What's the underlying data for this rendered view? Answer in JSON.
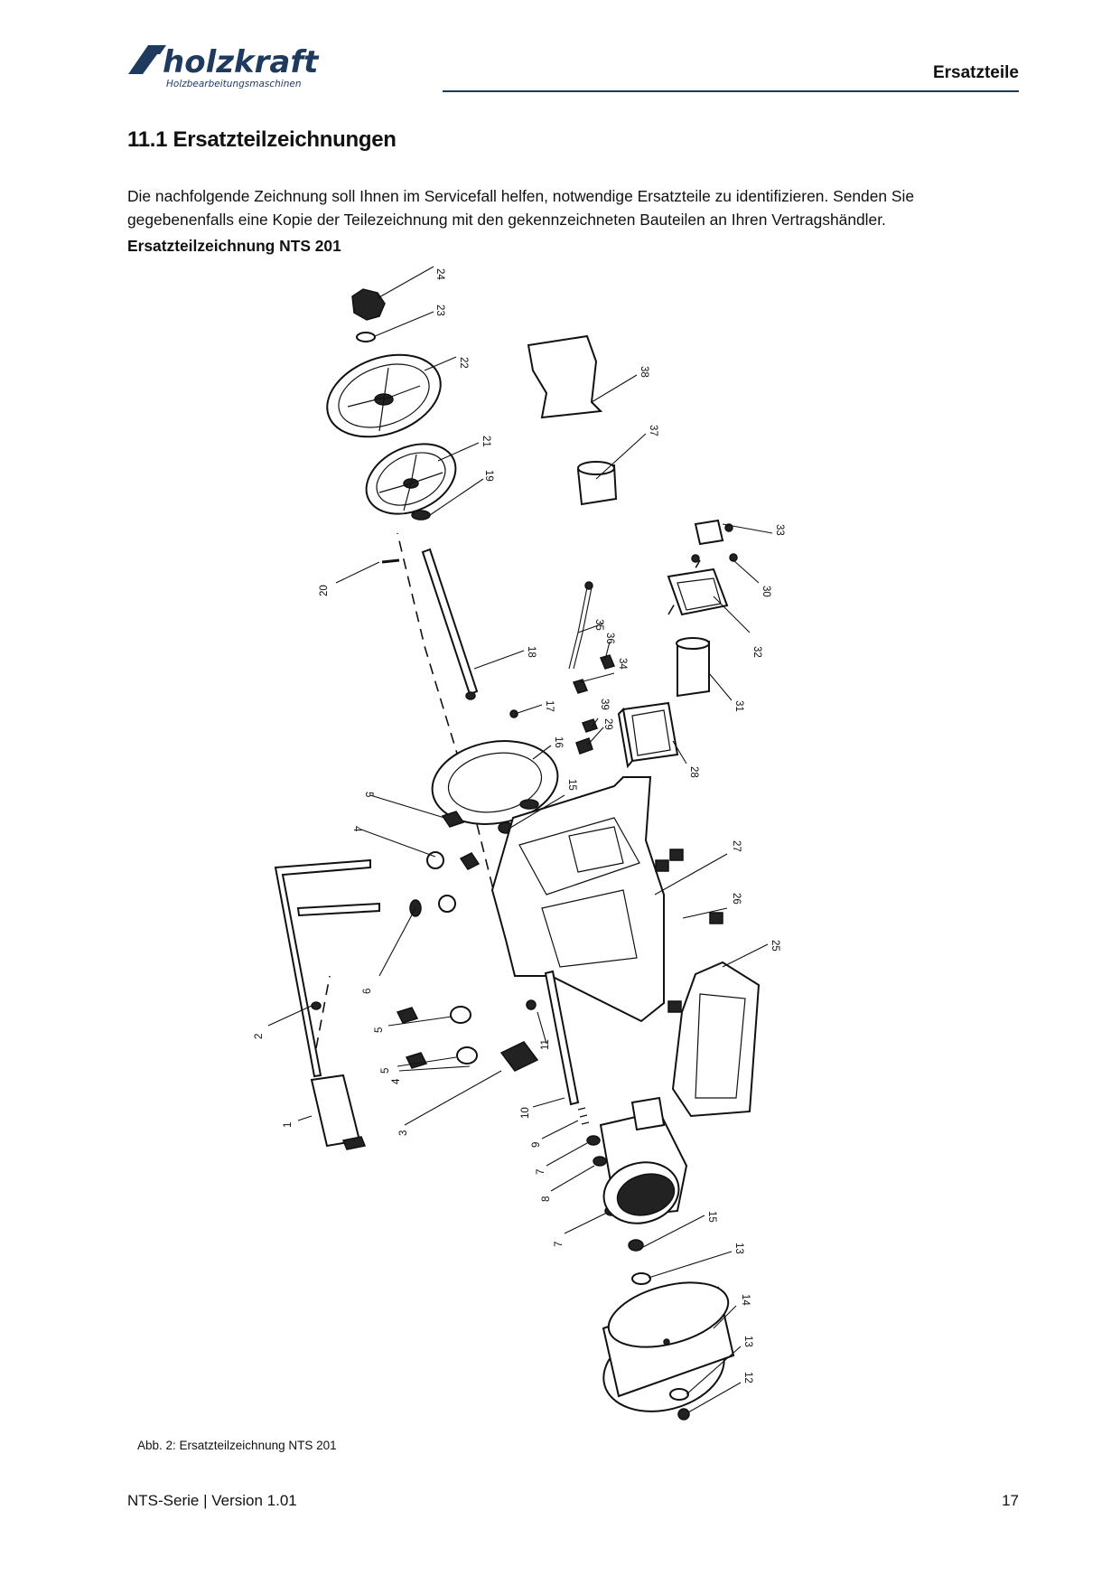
{
  "header": {
    "logo_name": "holzkraft",
    "logo_tagline": "Holzbearbeitungsmaschinen",
    "section": "Ersatzteile"
  },
  "section_title": "11.1 Ersatzteilzeichnungen",
  "intro_text": "Die nachfolgende Zeichnung soll Ihnen im Servicefall helfen, notwendige Ersatzteile zu identifizieren. Senden Sie gegebenenfalls eine Kopie der Teilezeichnung mit den gekennzeichneten Bauteilen an Ihren Vertragshändler.",
  "drawing_title": "Ersatzteilzeichnung NTS 201",
  "part_labels": {
    "p24": "24",
    "p23": "23",
    "p22": "22",
    "p21": "21",
    "p19": "19",
    "p20": "20",
    "p38": "38",
    "p37": "37",
    "p33": "33",
    "p30": "30",
    "p32": "32",
    "p31": "31",
    "p35": "35",
    "p36": "36",
    "p34": "34",
    "p18": "18",
    "p17": "17",
    "p39": "39",
    "p29": "29",
    "p28": "28",
    "p16": "16",
    "p15a": "15",
    "p5a": "5",
    "p4a": "4",
    "p27": "27",
    "p26": "26",
    "p6": "6",
    "p25": "25",
    "p2": "2",
    "p5b": "5",
    "p5c": "5",
    "p11": "11",
    "p4b": "4",
    "p1": "1",
    "p3": "3",
    "p10": "10",
    "p9": "9",
    "p7a": "7",
    "p8": "8",
    "p7b": "7",
    "p15b": "15",
    "p13a": "13",
    "p14": "14",
    "p13b": "13",
    "p12": "12"
  },
  "caption": "Abb. 2: Ersatzteilzeichnung NTS 201",
  "footer": {
    "doc": "NTS-Serie | Version 1.01",
    "page": "17"
  }
}
